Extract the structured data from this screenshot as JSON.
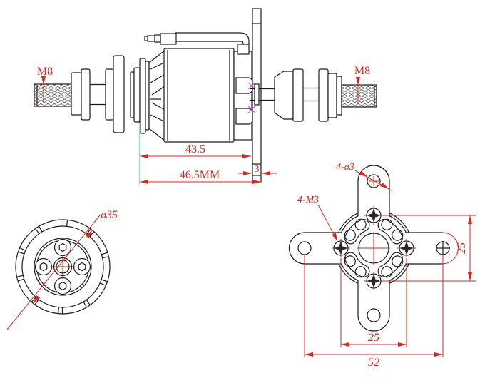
{
  "drawing": {
    "side_view": {
      "label_m8_left": "M8",
      "label_m8_right": "M8",
      "dim_body_length": "43.5",
      "dim_total_length": "46.5MM",
      "dim_flange_thickness": "3"
    },
    "front_view": {
      "dim_diameter": "ø35"
    },
    "mount_view": {
      "label_corner_holes": "4-ø3",
      "label_screw_holes": "4-M3",
      "dim_screw_spacing_vertical": "25",
      "dim_screw_spacing_horizontal": "25",
      "dim_mount_hole_span": "52"
    }
  },
  "colors": {
    "line": "#1c1c1c",
    "dimension": "#e32219",
    "extension": "#8fdfef",
    "screw_section": "#bb49c0"
  }
}
